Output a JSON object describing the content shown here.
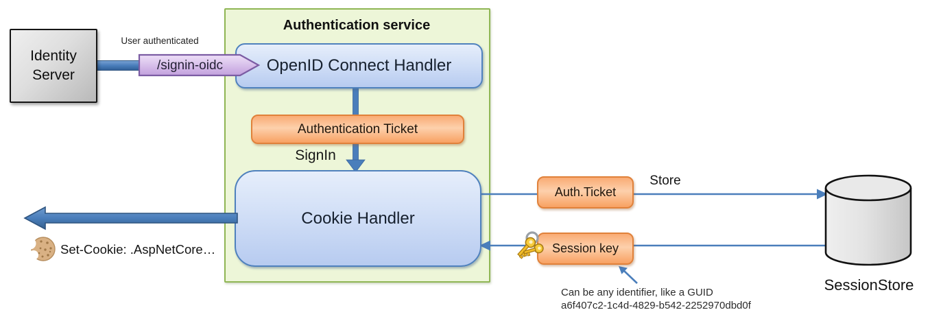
{
  "diagram": {
    "title": "Authentication service",
    "nodes": {
      "identity_server": {
        "label": "Identity Server"
      },
      "openid_handler": {
        "label": "OpenID Connect Handler"
      },
      "authentication_ticket": {
        "label": "Authentication Ticket"
      },
      "cookie_handler": {
        "label": "Cookie Handler"
      },
      "auth_ticket_small": {
        "label": "Auth.Ticket"
      },
      "session_key": {
        "label": "Session key"
      },
      "session_store": {
        "label": "SessionStore"
      }
    },
    "labels": {
      "user_authenticated": "User authenticated",
      "signin_oidc": "/signin-oidc",
      "signin": "SignIn",
      "store": "Store",
      "set_cookie": "Set-Cookie: .AspNetCore…",
      "guid_note_line1": "Can be any identifier, like a GUID",
      "guid_note_line2": "a6f407c2-1c4d-4829-b542-2252970dbd0f"
    },
    "icons": {
      "cookie": "cookie-icon",
      "keys": "keys-icon",
      "database": "database-cylinder"
    },
    "colors": {
      "arrow_blue": "#4a7ebb",
      "arrow_blue_dark": "#2f5580",
      "blue_node_border": "#4f81bd",
      "blue_node_fill_top": "#e6eefb",
      "blue_node_fill_bottom": "#b7cbf0",
      "orange_node_border": "#e0813a",
      "orange_node_fill": "#fdd0ac",
      "green_container_fill": "#edf6d8",
      "green_container_border": "#8fb654",
      "chevron_fill_top": "#e9dbf5",
      "chevron_fill_bottom": "#c4a3de",
      "chevron_border": "#7b5ca3",
      "identity_fill": "#d9d9d9",
      "cylinder_fill": "#e3e3e3"
    }
  }
}
